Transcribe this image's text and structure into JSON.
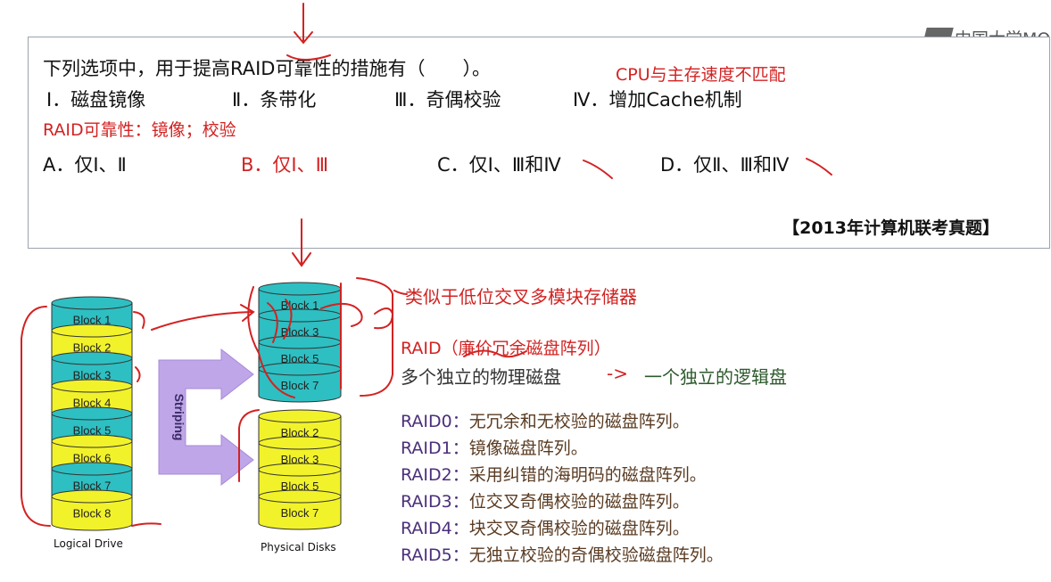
{
  "watermark": {
    "text": "中国大学MO"
  },
  "question": {
    "stem": "下列选项中，用于提高RAID可靠性的措施有（　　）。",
    "items": [
      "Ⅰ．磁盘镜像",
      "Ⅱ．条带化",
      "Ⅲ．奇偶校验",
      "Ⅳ．增加Cache机制"
    ],
    "note": "RAID可靠性：镜像；校验",
    "options": [
      "A．仅Ⅰ、Ⅱ",
      "B．仅Ⅰ、Ⅲ",
      "C．仅Ⅰ、Ⅲ和Ⅳ",
      "D．仅Ⅱ、Ⅲ和Ⅳ"
    ],
    "answer_index": 1,
    "source": "【2013年计算机联考真题】",
    "cpu_note": "CPU与主存速度不匹配"
  },
  "diagram": {
    "logical_blocks": [
      "Block 1",
      "Block 2",
      "Block 3",
      "Block 4",
      "Block 5",
      "Block 6",
      "Block 7",
      "Block 8"
    ],
    "disk1_blocks": [
      "Block 1",
      "Block 3",
      "Block 5",
      "Block 7"
    ],
    "disk2_blocks": [
      "Block 2",
      "Block 3",
      "Block 5",
      "Block 7"
    ],
    "striping_label": "Striping",
    "logical_label": "Logical Drive",
    "physical_label": "Physical Disks",
    "colors": {
      "teal": "#2ebfc2",
      "yellow": "#f2f22a",
      "arrow": "#bfa6e8"
    }
  },
  "annotations": {
    "similar": "类似于低位交叉多模块存储器",
    "raid_def": "RAID（廉价冗余磁盘阵列）",
    "many_disks": "多个独立的物理磁盘",
    "arrow_text": "->",
    "one_disk": "一个独立的逻辑盘"
  },
  "raid_levels": [
    {
      "key": "RAID0：",
      "desc": "无冗余和无校验的磁盘阵列。"
    },
    {
      "key": "RAID1：",
      "desc": "镜像磁盘阵列。"
    },
    {
      "key": "RAID2：",
      "desc": "采用纠错的海明码的磁盘阵列。"
    },
    {
      "key": "RAID3：",
      "desc": "位交叉奇偶校验的磁盘阵列。"
    },
    {
      "key": "RAID4：",
      "desc": "块交叉奇偶校验的磁盘阵列。"
    },
    {
      "key": "RAID5：",
      "desc": "无独立校验的奇偶校验磁盘阵列。"
    }
  ]
}
